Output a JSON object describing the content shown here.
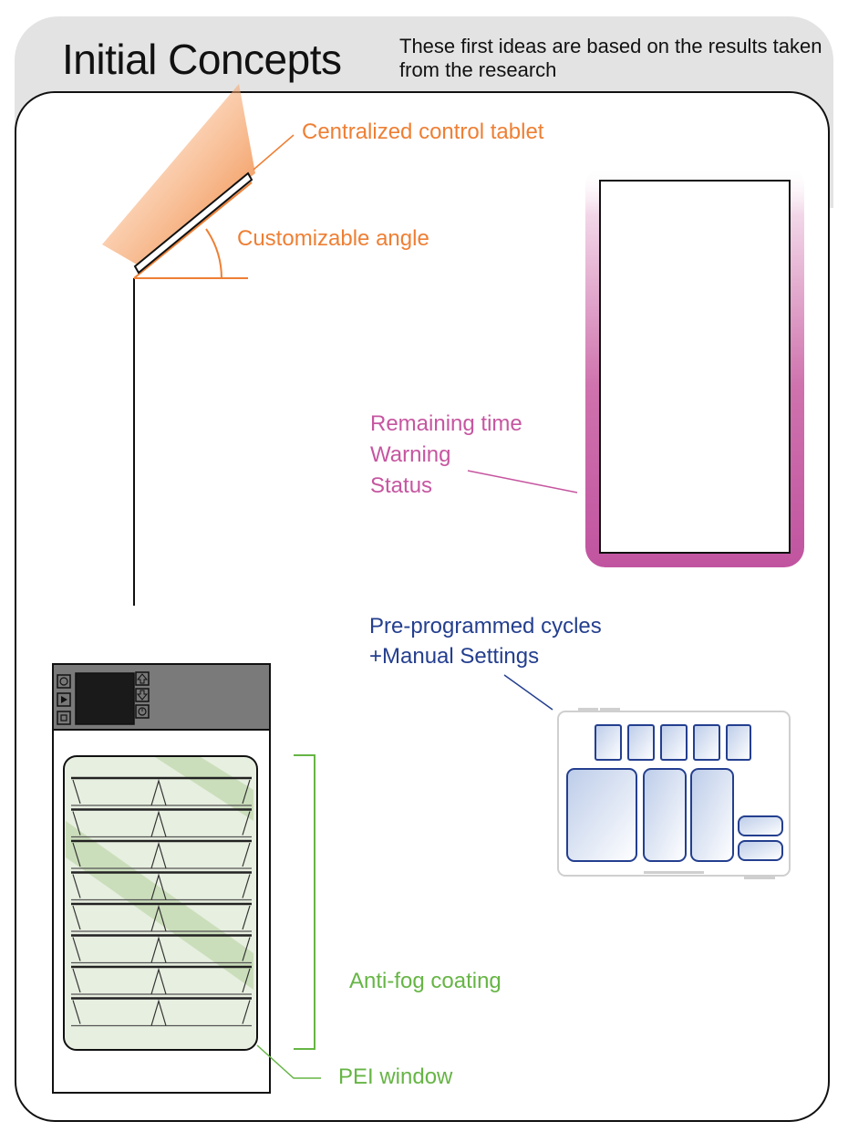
{
  "header": {
    "title": "Initial Concepts",
    "subtitle": "These first ideas are based on the results taken from the research"
  },
  "annotations": {
    "tablet": "Centralized control tablet",
    "angle": "Customizable angle",
    "display_lines": [
      "Remaining time",
      "Warning",
      "Status"
    ],
    "panel_lines": [
      "Pre-programmed cycles",
      "+Manual Settings"
    ],
    "coating": "Anti-fog coating",
    "window": "PEI window"
  },
  "colors": {
    "tablet_orange": "#ee7f34",
    "display_magenta": "#c656a0",
    "panel_navy": "#243f8f",
    "window_green": "#66b545",
    "header_gray": "#e3e3e3",
    "control_bar_gray": "#7a7a7a"
  },
  "icons": {
    "control_buttons": [
      "power-icon",
      "play-icon",
      "stop-icon",
      "up-arrow-icon",
      "down-arrow-icon",
      "timer-icon"
    ]
  }
}
